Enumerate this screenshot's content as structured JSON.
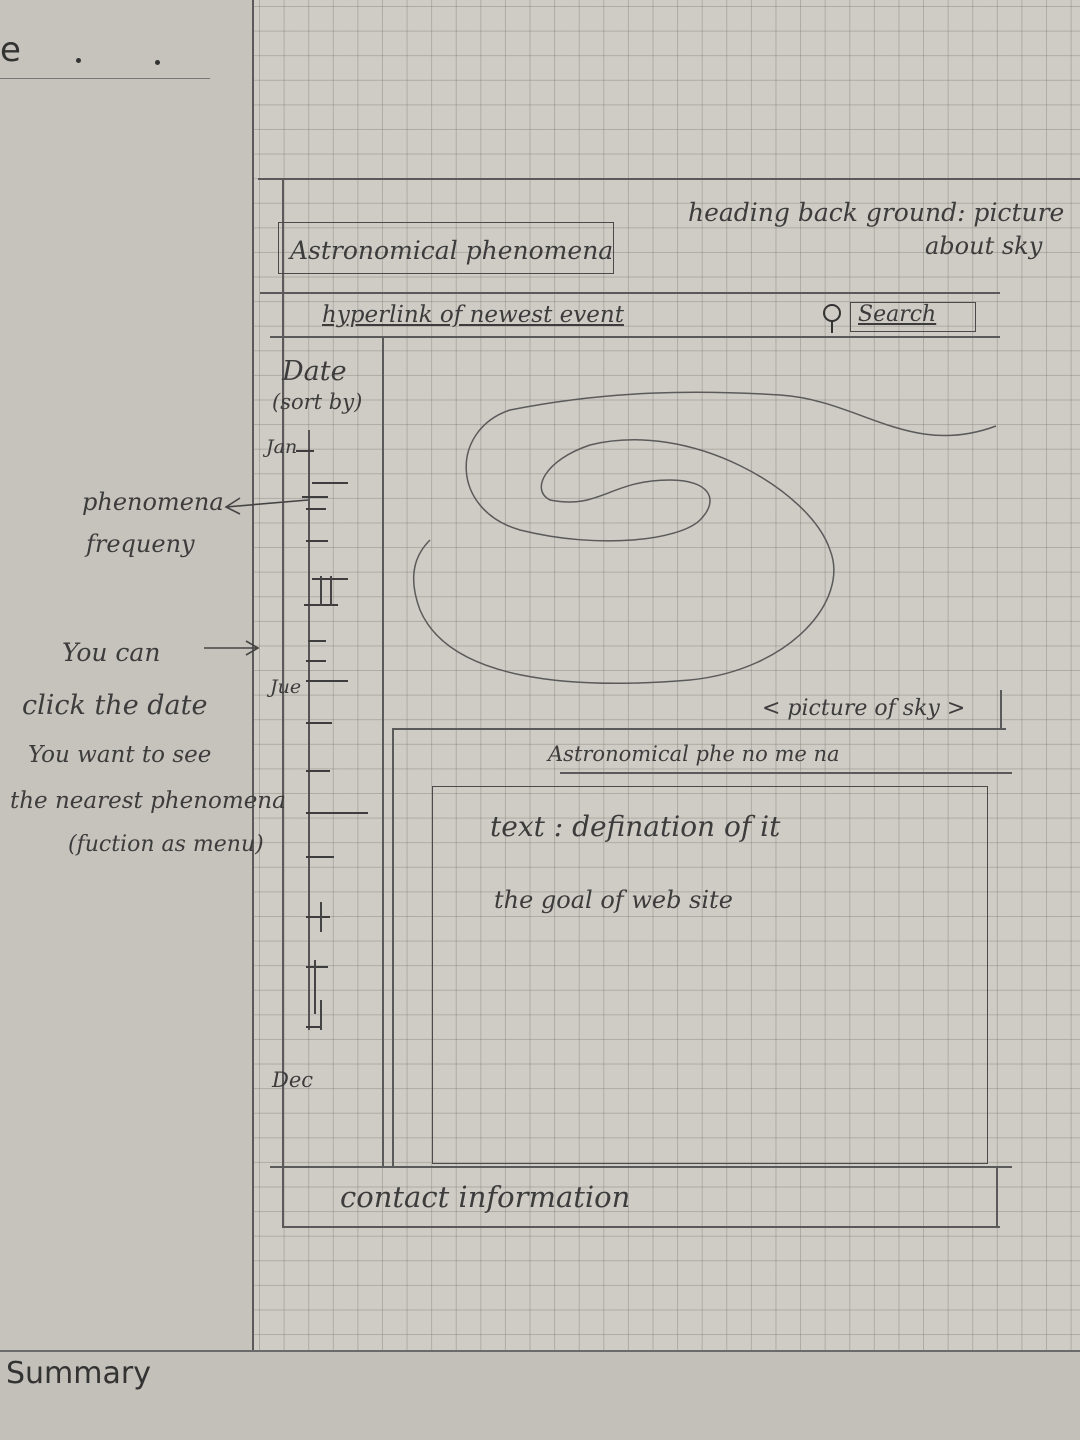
{
  "page": {
    "corner_text": "e",
    "bottom_label": "Summary"
  },
  "wireframe": {
    "title_box": "Astronomical phenomena",
    "heading_note": "heading back ground: picture",
    "heading_note_2": "about sky",
    "nav_link": "hyperlink of newest event",
    "search_label": "Search",
    "sidebar": {
      "title": "Date",
      "subtitle": "(sort by)",
      "month_start": "Jan",
      "month_mid": "Jue",
      "month_end": "Dec"
    },
    "picture_label": "< picture of sky >",
    "section_heading": "Astronomical phe no me na",
    "text_line_1": "text : defination of it",
    "text_line_2": "the goal of web site",
    "footer": "contact information"
  },
  "annotations": {
    "frequency_1": "phenomena",
    "frequency_2": "frequeny",
    "click_1": "You can",
    "click_2": "click the date",
    "click_3": "You want to see",
    "click_4": "the nearest phenomena",
    "click_5": "(fuction as menu)"
  },
  "icons": {
    "search": "search-icon"
  }
}
